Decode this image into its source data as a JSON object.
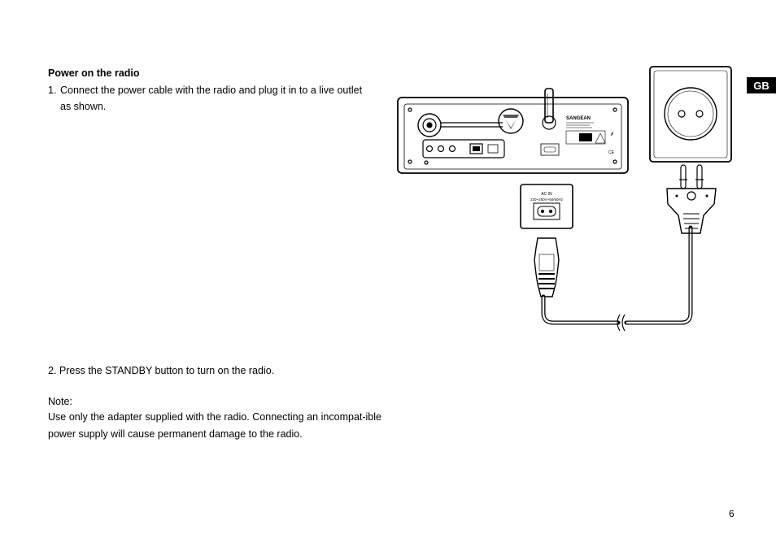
{
  "content": {
    "heading": "Power on the radio",
    "step1": {
      "number": "1.",
      "line1": "Connect the power cable with the radio and plug it in to a live outlet",
      "line2": "as shown."
    },
    "step2": "2. Press the STANDBY button to turn on the radio.",
    "note_label": "Note:",
    "note_text": "Use only the adapter supplied with the radio. Connecting an incompat-ible power supply will cause permanent damage to the radio."
  },
  "figure": {
    "brand": "SANGEAN",
    "inlet_label": "AC IN",
    "inlet_rating": "230~250V~50/60Hz"
  },
  "language_tab": "GB",
  "page_number": "6"
}
